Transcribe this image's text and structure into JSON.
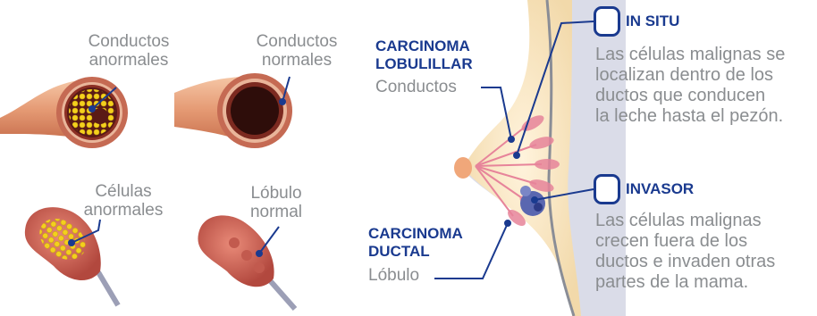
{
  "left_labels": {
    "abnormal_ducts": [
      "Conductos",
      "anormales"
    ],
    "normal_ducts": [
      "Conductos",
      "normales"
    ],
    "abnormal_cells": [
      "Células",
      "anormales"
    ],
    "normal_lobule": [
      "Lóbulo",
      "normal"
    ]
  },
  "lobular": {
    "title": [
      "CARCINOMA",
      "LOBULILLAR"
    ],
    "sub": "Conductos"
  },
  "ductal": {
    "title": [
      "CARCINOMA",
      "DUCTAL"
    ],
    "sub": "Lóbulo"
  },
  "in_situ": {
    "title": "IN SITU",
    "text": [
      "Las células malignas se",
      "localizan dentro de los",
      "ductos que conducen",
      "la leche hasta el pezón."
    ]
  },
  "invasor": {
    "title": "INVASOR",
    "text": [
      "Las células malignas",
      "crecen fuera de los",
      "ductos e invaden otras",
      "partes de la mama."
    ]
  },
  "colors": {
    "navy": "#1a3a8f",
    "gray_text": "#8a8d90",
    "tissue": "#f7e6c3",
    "duct_pink": "#e7849a",
    "tumor": "#5a67b0"
  }
}
